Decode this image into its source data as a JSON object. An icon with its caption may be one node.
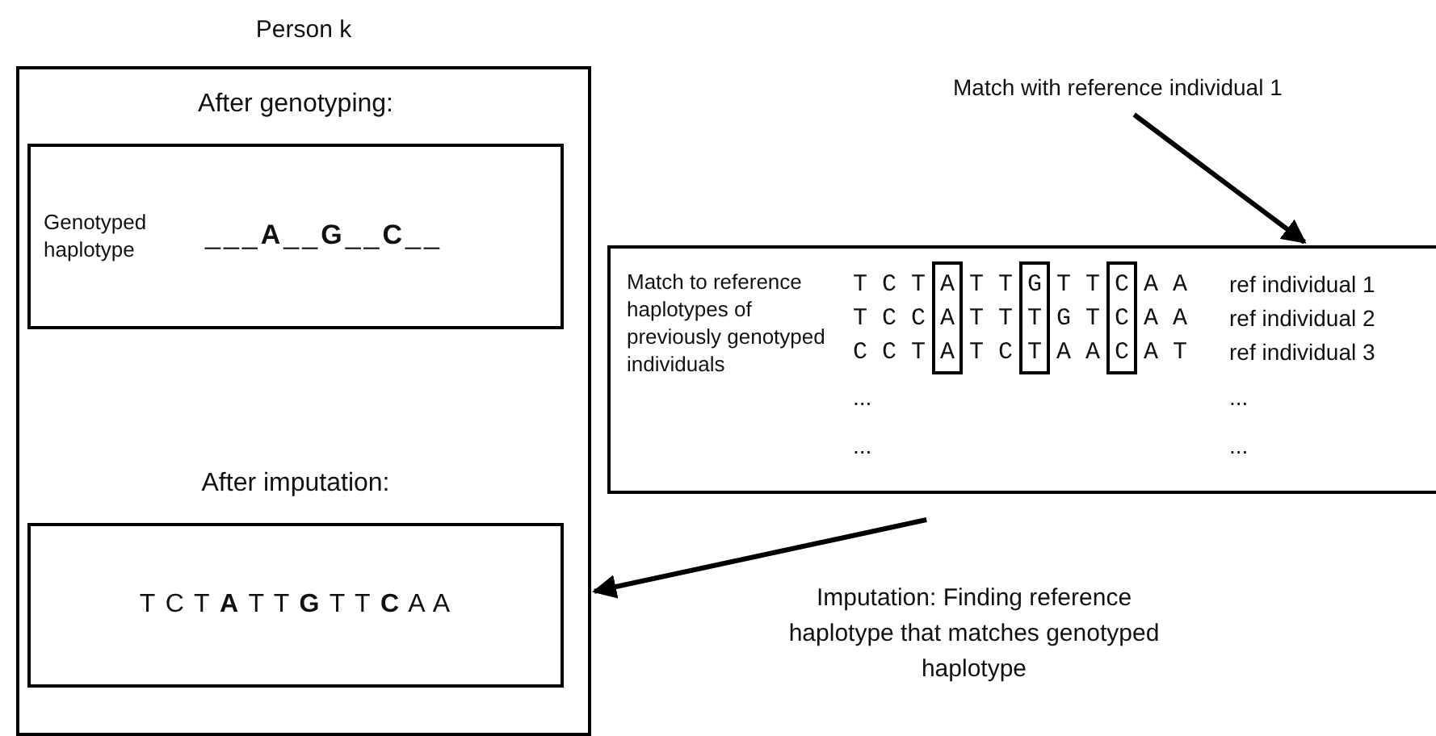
{
  "diagram": {
    "nodes": [
      {
        "text": [
          "Person k"
        ]
      },
      {
        "text": [
          "After genotyping:",
          "Genotyped haplotype",
          "___**A**__**G**__**C**__"
        ],
        "in": 0
      },
      {
        "text": [
          "After imputation:",
          "T C T **A** T T **G** T T **C** A A"
        ],
        "in": 0
      },
      {
        "text": [
          "Match to reference haplotypes of previously genotyped individuals",
          "T C T A T T G T T C A A",
          "ref individual 1",
          "T C C A T T T G T C A A",
          "ref individual 2",
          "C C T A T C T A A C A T",
          "ref individual 3",
          "...",
          "...",
          "...",
          "..."
        ]
      },
      {
        "text": [
          "Match with reference individual 1"
        ]
      }
    ],
    "edges": [
      {
        "from": 4,
        "to": 3,
        "arrow": "to"
      },
      {
        "from": 3,
        "to": 0,
        "arrow": "to",
        "label": "Imputation: Finding reference haplotype that matches genotyped haplotype"
      }
    ]
  }
}
